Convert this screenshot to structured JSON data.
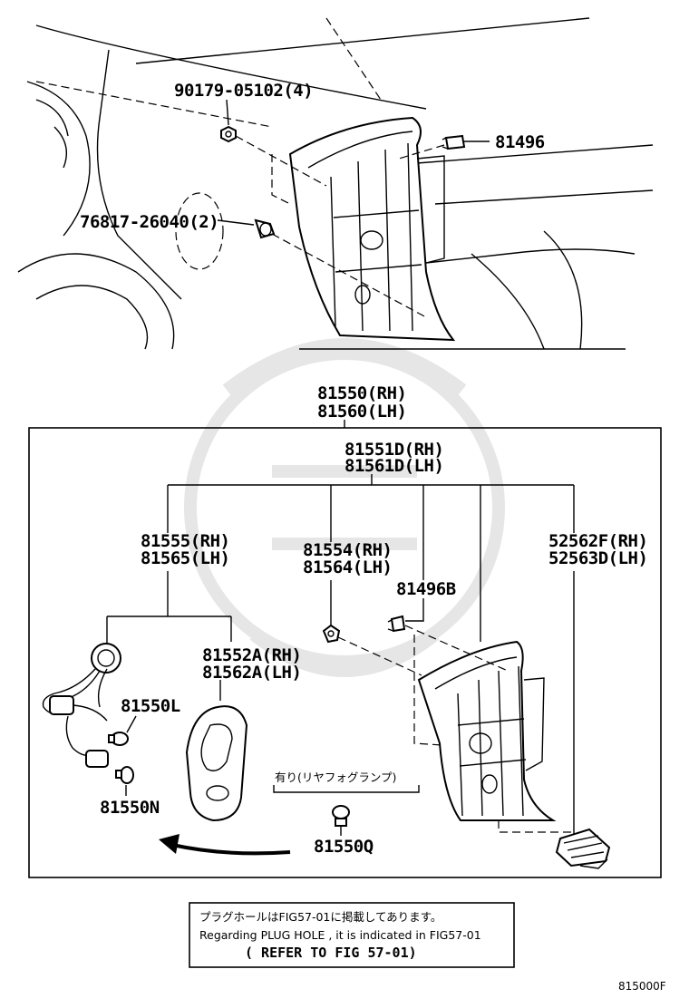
{
  "diagram_code": "815000F",
  "top": {
    "callout_nut": "90179-05102(4)",
    "callout_clip": "81496",
    "callout_grommet": "76817-26040(2)"
  },
  "assembly": {
    "rh": "81550(RH)",
    "lh": "81560(LH)"
  },
  "lens_body": {
    "rh": "81551D(RH)",
    "lh": "81561D(LH)"
  },
  "socket_wire": {
    "rh": "81555(RH)",
    "lh": "81565(LH)"
  },
  "cushion": {
    "rh": "81554(RH)",
    "lh": "81564(LH)"
  },
  "clip_b": "81496B",
  "plate_connector": {
    "rh": "52562F(RH)",
    "lh": "52563D(LH)"
  },
  "gasket": {
    "rh": "81552A(RH)",
    "lh": "81562A(LH)"
  },
  "bulb_l": "81550L",
  "bulb_n": "81550N",
  "bulb_q": "81550Q",
  "fog_note": "有り(リヤフォグランプ)",
  "refer_box": {
    "line_jp": "プラグホールはFIG57-01に掲載してあります。",
    "line_en": "Regarding PLUG HOLE , it is indicated in FIG57-01",
    "line_ref": "( REFER TO FIG 57-01)"
  }
}
